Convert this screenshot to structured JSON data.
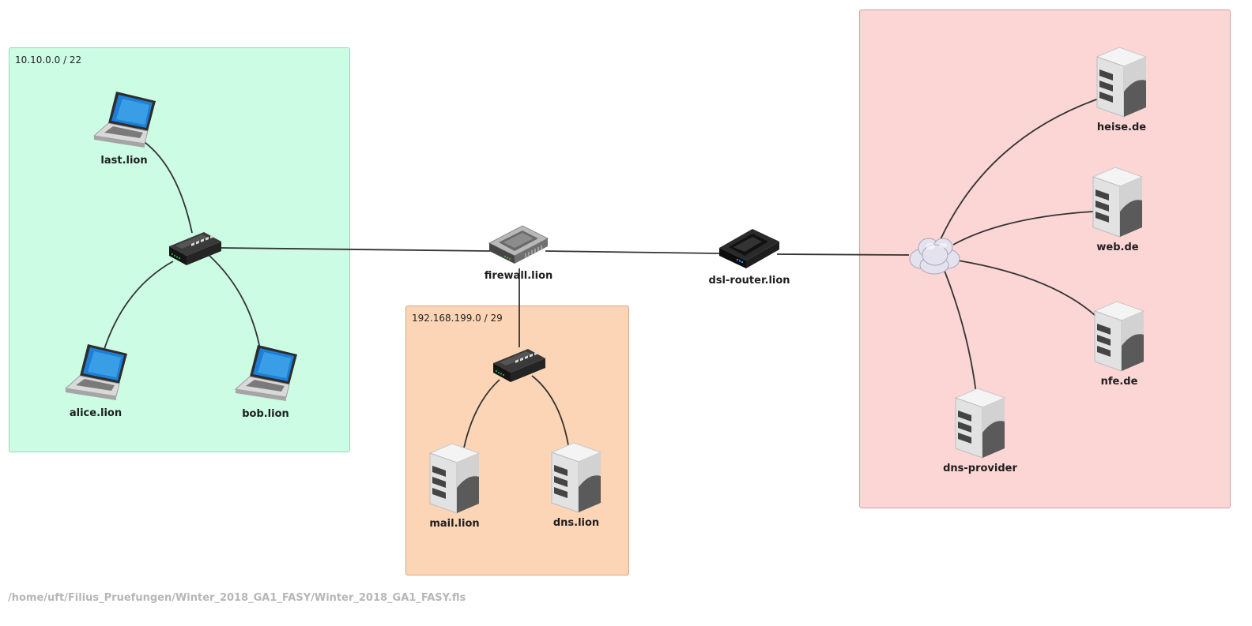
{
  "zones": {
    "lan": {
      "label": "10.10.0.0 / 22",
      "color": "#ccfce4",
      "border": "#9ad6b6"
    },
    "dmz": {
      "label": "192.168.199.0 / 29",
      "color": "#fcd5b7",
      "border": "#d8a67f"
    },
    "internet": {
      "label": "",
      "color": "#fcd5d5",
      "border": "#d4a2a2"
    }
  },
  "nodes": {
    "last": {
      "label": "last.lion",
      "icon": "laptop-icon"
    },
    "alice": {
      "label": "alice.lion",
      "icon": "laptop-icon"
    },
    "bob": {
      "label": "bob.lion",
      "icon": "laptop-icon"
    },
    "switch_lan": {
      "label": "",
      "icon": "switch-icon"
    },
    "firewall": {
      "label": "firewall.lion",
      "icon": "firewall-icon"
    },
    "switch_dmz": {
      "label": "",
      "icon": "switch-icon"
    },
    "mail": {
      "label": "mail.lion",
      "icon": "server-icon"
    },
    "dns": {
      "label": "dns.lion",
      "icon": "server-icon"
    },
    "dsl_router": {
      "label": "dsl-router.lion",
      "icon": "router-icon"
    },
    "cloud": {
      "label": "",
      "icon": "cloud-icon"
    },
    "heise": {
      "label": "heise.de",
      "icon": "server-icon"
    },
    "web": {
      "label": "web.de",
      "icon": "server-icon"
    },
    "nfe": {
      "label": "nfe.de",
      "icon": "server-icon"
    },
    "dns_provider": {
      "label": "dns-provider",
      "icon": "server-icon"
    }
  },
  "links": [
    [
      "switch_lan",
      "last"
    ],
    [
      "switch_lan",
      "alice"
    ],
    [
      "switch_lan",
      "bob"
    ],
    [
      "switch_lan",
      "firewall"
    ],
    [
      "firewall",
      "switch_dmz"
    ],
    [
      "firewall",
      "dsl_router"
    ],
    [
      "switch_dmz",
      "mail"
    ],
    [
      "switch_dmz",
      "dns"
    ],
    [
      "dsl_router",
      "cloud"
    ],
    [
      "cloud",
      "heise"
    ],
    [
      "cloud",
      "web"
    ],
    [
      "cloud",
      "nfe"
    ],
    [
      "cloud",
      "dns_provider"
    ]
  ],
  "file_path": "/home/uft/Filius_Pruefungen/Winter_2018_GA1_FASY/Winter_2018_GA1_FASY.fls"
}
